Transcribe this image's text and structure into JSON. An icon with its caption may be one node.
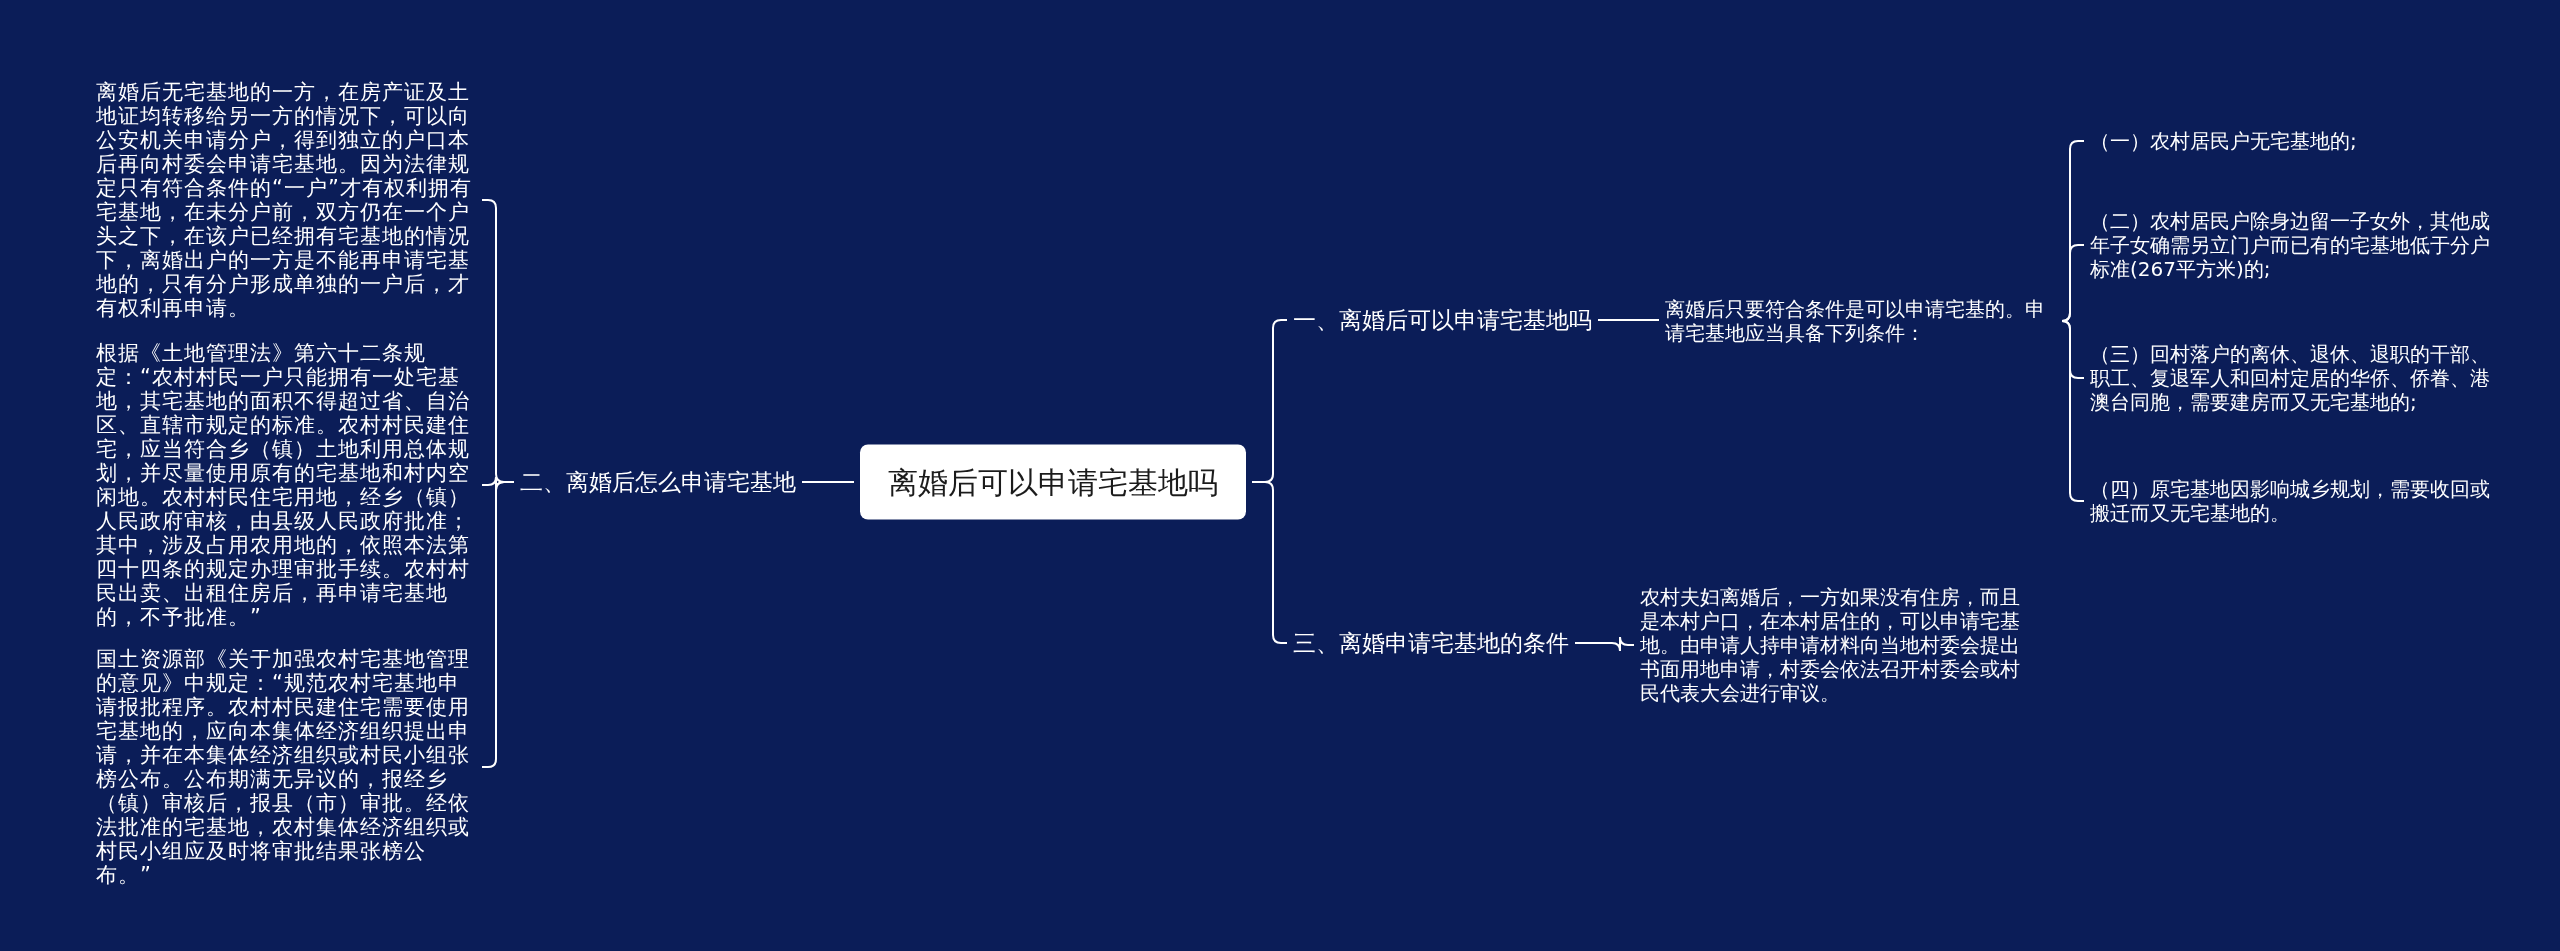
{
  "diagram": {
    "nodes": [
      {
        "text": [
          "离婚后可以申请宅基地吗"
        ]
      },
      {
        "text": [
          "一、离婚后可以申请宅基地吗"
        ]
      },
      {
        "text": [
          "离婚后只要符合条件是可以申请宅基的。申请宅基地应当具备下列条件："
        ]
      },
      {
        "text": [
          "（一）农村居民户无宅基地的;"
        ]
      },
      {
        "text": [
          "（二）农村居民户除身边留一子女外，其他成年子女确需另立门户而已有的宅基地低于分户标准(267平方米)的;"
        ]
      },
      {
        "text": [
          "（三）回村落户的离休、退休、退职的干部、职工、复退军人和回村定居的华侨、侨眷、港澳台同胞，需要建房而又无宅基地的;"
        ]
      },
      {
        "text": [
          "（四）原宅基地因影响城乡规划，需要收回或搬迁而又无宅基地的。"
        ]
      },
      {
        "text": [
          "三、离婚申请宅基地的条件"
        ]
      },
      {
        "text": [
          "农村夫妇离婚后，一方如果没有住房，而且是本村户口，在本村居住的，可以申请宅基地。由申请人持申请材料向当地村委会提出书面用地申请，村委会依法召开村委会或村民代表大会进行审议。"
        ]
      },
      {
        "text": [
          "二、离婚后怎么申请宅基地"
        ]
      },
      {
        "text": [
          "离婚后无宅基地的一方，在房产证及土地证均转移给另一方的情况下，可以向公安机关申请分户，得到独立的户口本后再向村委会申请宅基地。因为法律规定只有符合条件的“一户”才有权利拥有宅基地，在未分户前，双方仍在一个户头之下，在该户已经拥有宅基地的情况下，离婚出户的一方是不能再申请宅基地的，只有分户形成单独的一户后，才有权利再申请。"
        ]
      },
      {
        "text": [
          "根据《土地管理法》第六十二条规定：“农村村民一户只能拥有一处宅基地，其宅基地的面积不得超过省、自治区、直辖市规定的标准。农村村民建住宅，应当符合乡（镇）土地利用总体规划，并尽量使用原有的宅基地和村内空闲地。农村村民住宅用地，经乡（镇）人民政府审核，由县级人民政府批准；其中，涉及占用农用地的，依照本法第四十四条的规定办理审批手续。农村村民出卖、出租住房后，再申请宅基地的，不予批准。”"
        ]
      },
      {
        "text": [
          "国土资源部《关于加强农村宅基地管理的意见》中规定：“规范农村宅基地申请报批程序。农村村民建住宅需要使用宅基地的，应向本集体经济组织提出申请，并在本集体经济组织或村民小组张榜公布。公布期满无异议的，报经乡（镇）审核后，报县（市）审批。经依法批准的宅基地，农村集体经济组织或村民小组应及时将审批结果张榜公布。”"
        ]
      }
    ],
    "edges": [
      {
        "from": 0,
        "to": 1,
        "arrow": "none"
      },
      {
        "from": 1,
        "to": 2,
        "arrow": "none"
      },
      {
        "from": 2,
        "to": 3,
        "arrow": "none"
      },
      {
        "from": 2,
        "to": 4,
        "arrow": "none"
      },
      {
        "from": 2,
        "to": 5,
        "arrow": "none"
      },
      {
        "from": 2,
        "to": 6,
        "arrow": "none"
      },
      {
        "from": 0,
        "to": 7,
        "arrow": "none"
      },
      {
        "from": 7,
        "to": 8,
        "arrow": "none"
      },
      {
        "from": 0,
        "to": 9,
        "arrow": "none"
      },
      {
        "from": 9,
        "to": 10,
        "arrow": "none"
      },
      {
        "from": 9,
        "to": 11,
        "arrow": "none"
      },
      {
        "from": 9,
        "to": 12,
        "arrow": "none"
      }
    ]
  }
}
